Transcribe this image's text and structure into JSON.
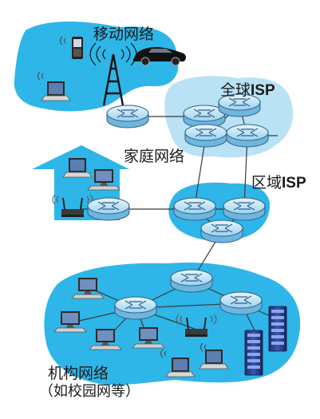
{
  "labels": {
    "mobile_network": "移动网络",
    "global_isp_prefix": "全球",
    "global_isp_suffix": "ISP",
    "home_network": "家庭网络",
    "regional_isp_prefix": "区域",
    "regional_isp_suffix": "ISP",
    "institutional_network": "机构网络",
    "institutional_note": "（如校园网等）"
  },
  "colors": {
    "mobile_region": "#2eb6e8",
    "global_region": "#b9e2f5",
    "regional_region": "#2eb6e8",
    "home_region": "#2eb6e8",
    "institutional_region": "#2eb6e8",
    "router_fill": "#bfe4f6",
    "router_stroke": "#2f5f8c",
    "link": "#3a3a3a"
  },
  "icons": [
    "router-icon",
    "cell-tower-icon",
    "car-icon",
    "cellphone-icon",
    "laptop-icon",
    "desktop-icon",
    "wireless-access-point-icon",
    "server-icon"
  ]
}
